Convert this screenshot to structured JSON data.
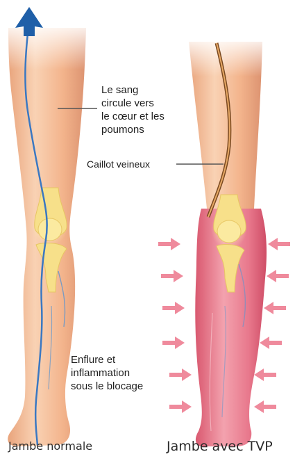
{
  "labels": {
    "blood_flow": [
      "Le sang",
      "circule vers",
      "le cœur et les",
      "poumons"
    ],
    "clot": "Caillot veineux",
    "swelling": [
      "Enflure et",
      "inflammation",
      "sous le blocage"
    ]
  },
  "captions": {
    "normal_leg": "Jambe normale",
    "dvt_leg": "Jambe avec TVP"
  },
  "colors": {
    "skin": "#f3b48c",
    "skin_light": "#f9cfae",
    "inflamed": "#e8788c",
    "bone": "#f7e08a",
    "vein_blue": "#3a78c2",
    "vein_brown": "#7a4a22",
    "arrow_pink": "#ef8a9c"
  }
}
